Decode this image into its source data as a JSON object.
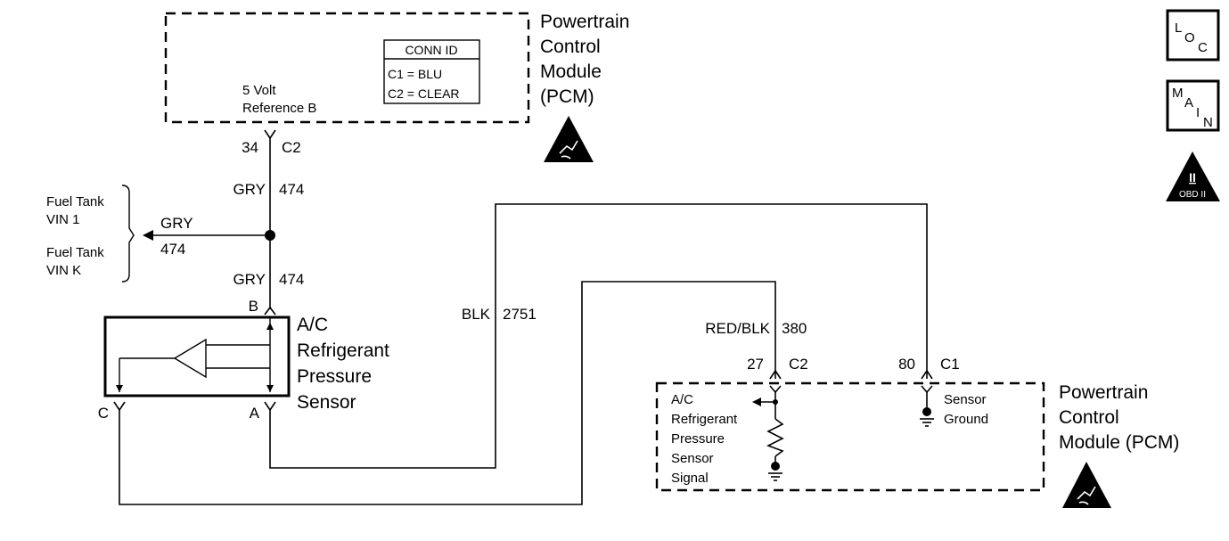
{
  "pcm_top": {
    "title_lines": [
      "Powertrain",
      "Control",
      "Module",
      "(PCM)"
    ],
    "ref_label_lines": [
      "5 Volt",
      "Reference B"
    ],
    "conn_id": {
      "header": "CONN ID",
      "rows": [
        "C1 = BLU",
        "C2 = CLEAR"
      ]
    },
    "pin": "34",
    "connector": "C2"
  },
  "wire_474": {
    "color_upper": "GRY",
    "circuit_upper": "474",
    "color_lower": "GRY",
    "circuit_lower": "474",
    "branch_color": "GRY",
    "branch_circuit": "474"
  },
  "fuel_tank": {
    "line1_a": "Fuel Tank",
    "line1_b": "VIN 1",
    "line2_a": "Fuel Tank",
    "line2_b": "VIN K"
  },
  "sensor": {
    "title_lines": [
      "A/C",
      "Refrigerant",
      "Pressure",
      "Sensor"
    ],
    "pin_b": "B",
    "pin_a": "A",
    "pin_c": "C"
  },
  "wire_2751": {
    "color": "BLK",
    "circuit": "2751"
  },
  "wire_380": {
    "color": "RED/BLK",
    "circuit": "380"
  },
  "pcm_bottom": {
    "title_lines": [
      "Powertrain",
      "Control",
      "Module (PCM)"
    ],
    "signal_pin": "27",
    "signal_connector": "C2",
    "ground_pin": "80",
    "ground_connector": "C1",
    "signal_label_lines": [
      "A/C",
      "Refrigerant",
      "Pressure",
      "Sensor",
      "Signal"
    ],
    "ground_label_lines": [
      "Sensor",
      "Ground"
    ]
  },
  "side_icons": {
    "loc": [
      "L",
      "O",
      "C"
    ],
    "main": [
      "M",
      "A",
      "I",
      "N"
    ],
    "obd_numeral": "II",
    "obd_label": "OBD II"
  }
}
